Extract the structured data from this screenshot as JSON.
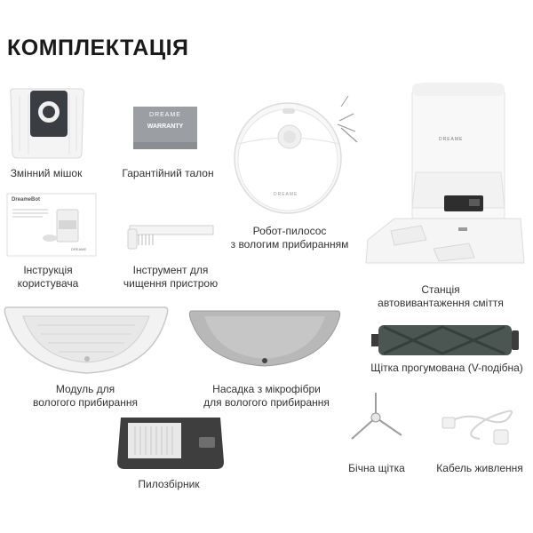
{
  "page": {
    "title": "КОМПЛЕКТАЦІЯ"
  },
  "items": [
    {
      "id": "bag",
      "lines": [
        "Змінний мішок"
      ]
    },
    {
      "id": "warranty",
      "lines": [
        "Гарантійний талон"
      ],
      "card_text": [
        "DREAME",
        "WARRANTY"
      ]
    },
    {
      "id": "robot",
      "lines": [
        "Робот-пилосос",
        "з вологим прибиранням"
      ],
      "brand": "DREAME"
    },
    {
      "id": "manual",
      "lines": [
        "Інструкція",
        "користувача"
      ],
      "manual_title": "DreameBot",
      "manual_footer": "DREAME"
    },
    {
      "id": "tool",
      "lines": [
        "Інструмент для",
        "чищення пристрою"
      ]
    },
    {
      "id": "station",
      "lines": [
        "Станція",
        "автовивантаження сміття"
      ],
      "brand": "DREAME"
    },
    {
      "id": "mop-module",
      "lines": [
        "Модуль для",
        "вологого прибирання"
      ]
    },
    {
      "id": "mop-pad",
      "lines": [
        "Насадка з мікрофібри",
        "для вологого прибирання"
      ]
    },
    {
      "id": "main-brush",
      "lines": [
        "Щітка прогумована (V-подібна)"
      ]
    },
    {
      "id": "dustbin",
      "lines": [
        "Пилозбірник"
      ]
    },
    {
      "id": "side-brush",
      "lines": [
        "Бічна щітка"
      ]
    },
    {
      "id": "power-cable",
      "lines": [
        "Кабель живлення"
      ]
    }
  ]
}
